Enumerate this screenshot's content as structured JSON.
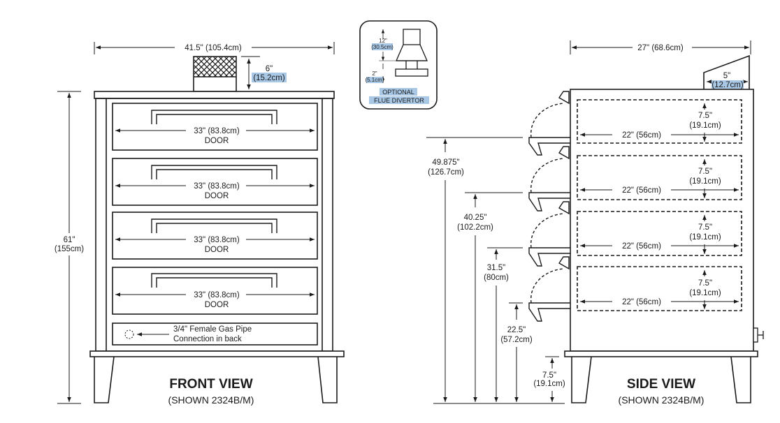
{
  "front": {
    "width_label": "41.5\" (105.4cm)",
    "height_in": "61\"",
    "height_cm": "(155cm)",
    "flue_in": "6\"",
    "flue_cm": "(15.2cm)",
    "doors": [
      {
        "width": "33\" (83.8cm)",
        "name": "DOOR"
      },
      {
        "width": "33\" (83.8cm)",
        "name": "DOOR"
      },
      {
        "width": "33\" (83.8cm)",
        "name": "DOOR"
      },
      {
        "width": "33\" (83.8cm)",
        "name": "DOOR"
      }
    ],
    "gas_line1": "3/4\" Female Gas Pipe",
    "gas_line2": "Connection in back",
    "title": "FRONT VIEW",
    "subtitle": "(SHOWN 2324B/M)"
  },
  "flue_divertor": {
    "top_in": "12\"",
    "top_cm": "(30.5cm)",
    "bottom_in": "2\"",
    "bottom_cm": "(5.1cm)",
    "label_line1": "OPTIONAL",
    "label_line2": "FLUE DIVERTOR"
  },
  "side": {
    "depth_label": "27\" (68.6cm)",
    "vent_in": "5\"",
    "vent_cm": "(12.7cm)",
    "decks": [
      {
        "depth": "22\" (56cm)",
        "height_in": "7.5\"",
        "height_cm": "(19.1cm)"
      },
      {
        "depth": "22\" (56cm)",
        "height_in": "7.5\"",
        "height_cm": "(19.1cm)"
      },
      {
        "depth": "22\" (56cm)",
        "height_in": "7.5\"",
        "height_cm": "(19.1cm)"
      },
      {
        "depth": "22\" (56cm)",
        "height_in": "7.5\"",
        "height_cm": "(19.1cm)"
      }
    ],
    "heights": [
      {
        "in": "49.875\"",
        "cm": "(126.7cm)"
      },
      {
        "in": "40.25\"",
        "cm": "(102.2cm)"
      },
      {
        "in": "31.5\"",
        "cm": "(80cm)"
      },
      {
        "in": "22.5\"",
        "cm": "(57.2cm)"
      },
      {
        "in": "7.5\"",
        "cm": "(19.1cm)"
      }
    ],
    "title": "SIDE VIEW",
    "subtitle": "(SHOWN 2324B/M)"
  }
}
